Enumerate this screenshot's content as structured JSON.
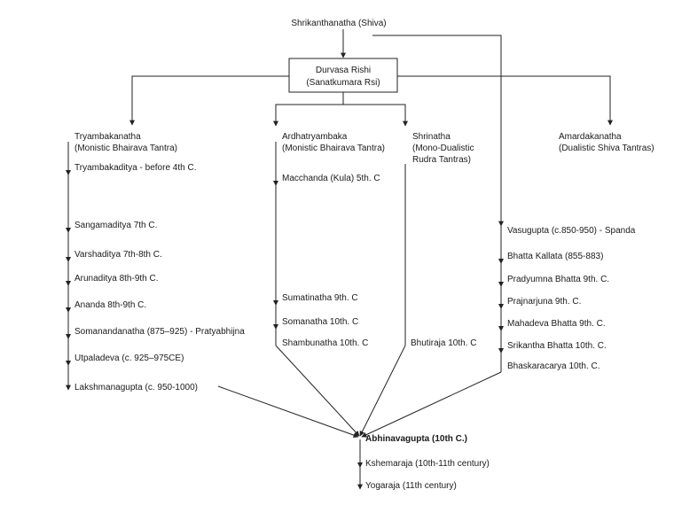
{
  "root": "Shrikanthanatha (Shiva)",
  "center_box": {
    "line1": "Durvasa Rishi",
    "line2": "(Sanatkumara Rsi)"
  },
  "branches": {
    "tryambakanatha": {
      "line1": "Tryambakanatha",
      "line2": "(Monistic Bhairava Tantra)"
    },
    "ardhatryambaka": {
      "line1": "Ardhatryambaka",
      "line2": "(Monistic Bhairava Tantra)"
    },
    "shrinatha": {
      "line1": "Shrinatha",
      "line2": "(Mono-Dualistic",
      "line3": "Rudra Tantras)"
    },
    "amardakanatha": {
      "line1": "Amardakanatha",
      "line2": "(Dualistic Shiva Tantras)"
    }
  },
  "lineages": {
    "tryambaka": [
      "Tryambakaditya - before 4th C.",
      "Sangamaditya 7th C.",
      "Varshaditya 7th-8th C.",
      "Arunaditya 8th-9th C.",
      "Ananda 8th-9th C.",
      "Somanandanatha (875–925) - Pratyabhijna",
      "Utpaladeva (c. 925–975CE)",
      "Lakshmanagupta (c. 950-1000)"
    ],
    "ardhatryambaka": [
      "Macchanda (Kula) 5th. C",
      "Sumatinatha 9th. C",
      "Somanatha 10th. C",
      "Shambunatha 10th. C"
    ],
    "shrinatha": [
      "Bhutiraja 10th. C"
    ],
    "spanda": [
      "Vasugupta (c.850-950) - Spanda",
      "Bhatta Kallata (855-883)",
      "Pradyumna Bhatta 9th. C.",
      "Prajnarjuna 9th. C.",
      "Mahadeva Bhatta 9th. C.",
      "Srikantha Bhatta 10th. C.",
      "Bhaskaracarya 10th. C."
    ]
  },
  "culmination": {
    "name": "Abhinavagupta (10th C.)",
    "disciples": [
      "Kshemaraja (10th-11th century)",
      "Yogaraja (11th century)"
    ]
  }
}
